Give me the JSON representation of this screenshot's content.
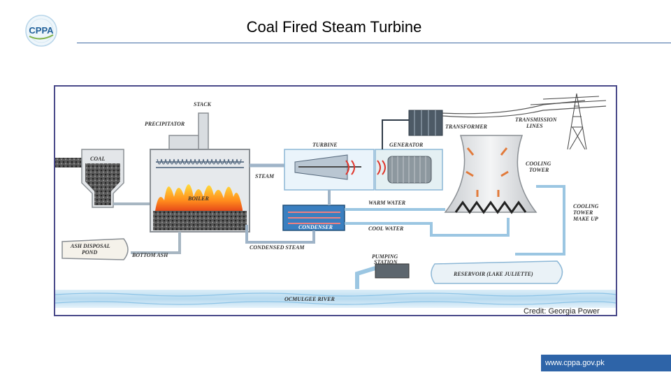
{
  "header": {
    "logo_text": "CPPA",
    "title": "Coal Fired Steam Turbine"
  },
  "diagram": {
    "labels": {
      "stack": "STACK",
      "precipitator": "PRECIPITATOR",
      "coal": "COAL",
      "boiler": "BOILER",
      "steam": "STEAM",
      "turbine": "TURBINE",
      "generator": "GENERATOR",
      "transformer": "TRANSFORMER",
      "transmission_lines_1": "TRANSMISSION",
      "transmission_lines_2": "LINES",
      "cooling_tower_1": "COOLING",
      "cooling_tower_2": "TOWER",
      "warm_water": "WARM WATER",
      "cool_water": "COOL WATER",
      "condenser": "CONDENSER",
      "condensed_steam": "CONDENSED STEAM",
      "ash_disposal_pond_1": "ASH DISPOSAL",
      "ash_disposal_pond_2": "POND",
      "bottom_ash": "BOTTOM ASH",
      "cooling_tower_makeup_1": "COOLING",
      "cooling_tower_makeup_2": "TOWER",
      "cooling_tower_makeup_3": "MAKE UP",
      "pumping_station_1": "PUMPING",
      "pumping_station_2": "STATION",
      "reservoir": "RESERVOIR (LAKE JULIETTE)",
      "river": "OCMULGEE RIVER"
    },
    "credit": "Credit: Georgia Power"
  },
  "footer": {
    "url": "www.cppa.gov.pk"
  }
}
